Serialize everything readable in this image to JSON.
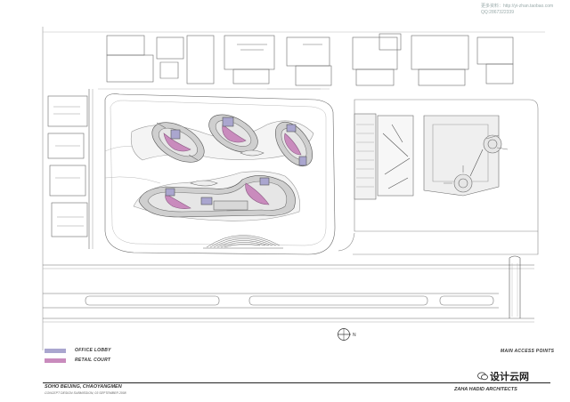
{
  "watermark": {
    "line1": "更多资料：http://yi-zhan.taobao.com",
    "line2": "QQ:2867322339",
    "logo_text": "设计云网"
  },
  "legend": [
    {
      "label": "OFFICE LOBBY",
      "color": "#aaa6cf"
    },
    {
      "label": "RETAIL COURT",
      "color": "#c98bbd"
    }
  ],
  "annotations": {
    "main_access_points": "MAIN ACCESS POINTS"
  },
  "title_block": {
    "project": "SOHO BEIJING, CHAOYANGMEN",
    "subtitle": "CONCEPT DESIGN SUBMISSION, 03 SEPTEMBER 2008",
    "architect": "ZAHA HADID ARCHITECTS"
  },
  "colors": {
    "line": "#6b6b6b",
    "light_line": "#a8a8a8",
    "office_lobby": "#aaa6cf",
    "retail_court": "#c98bbd",
    "podium": "#cfcfcf",
    "frame": "#222222"
  },
  "icons": [
    "north-arrow-icon",
    "wechat-logo-icon"
  ]
}
